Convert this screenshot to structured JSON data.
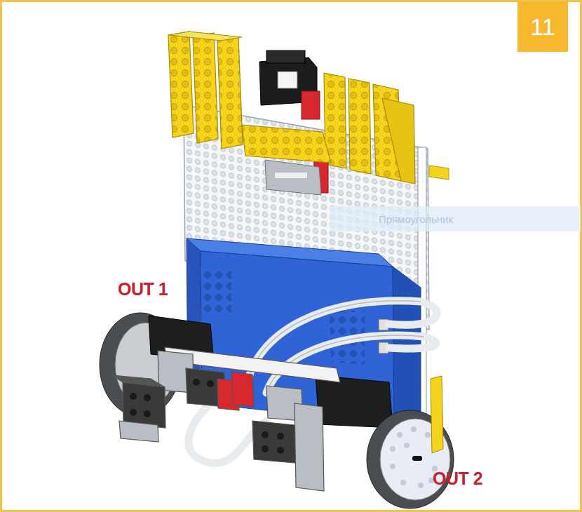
{
  "diagram": {
    "nodes": [
      {
        "text": [
          "11"
        ]
      },
      {
        "text": [
          "Прямоугольник"
        ]
      }
    ],
    "labels": [
      "OUT 1",
      "OUT 2"
    ]
  }
}
